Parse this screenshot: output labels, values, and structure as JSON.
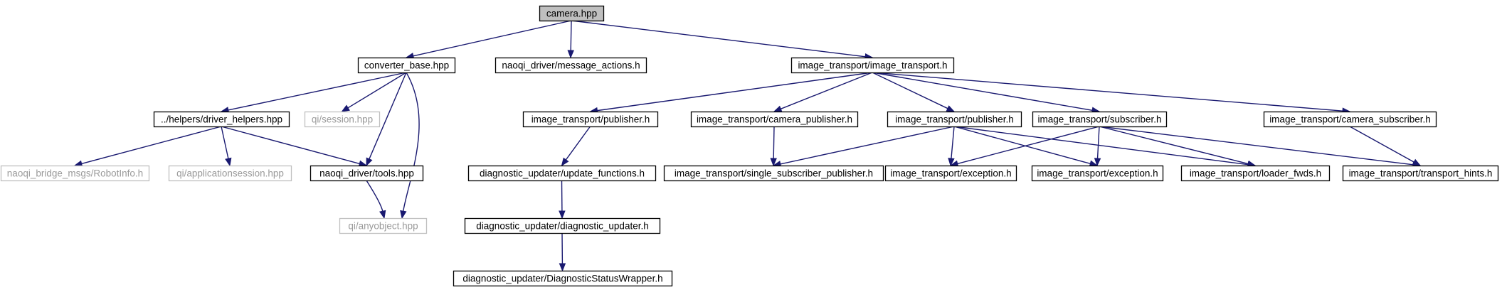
{
  "graph": {
    "title": "",
    "colors": {
      "edge": "#191970",
      "root_fill": "#bfbfbf",
      "external_stroke": "#bfbfbf",
      "external_text": "#9a9a9a"
    },
    "nodes": [
      {
        "id": "camera",
        "label": "camera.hpp",
        "kind": "root"
      },
      {
        "id": "converter_base",
        "label": "converter_base.hpp",
        "kind": "linked"
      },
      {
        "id": "message_actions",
        "label": "naoqi_driver/message_actions.h",
        "kind": "linked"
      },
      {
        "id": "image_transport_h",
        "label": "image_transport/image_transport.h",
        "kind": "linked"
      },
      {
        "id": "driver_helpers",
        "label": "../helpers/driver_helpers.hpp",
        "kind": "linked"
      },
      {
        "id": "qi_session",
        "label": "qi/session.hpp",
        "kind": "external"
      },
      {
        "id": "robotinfo",
        "label": "naoqi_bridge_msgs/RobotInfo.h",
        "kind": "external"
      },
      {
        "id": "appsession",
        "label": "qi/applicationsession.hpp",
        "kind": "external"
      },
      {
        "id": "tools",
        "label": "naoqi_driver/tools.hpp",
        "kind": "linked"
      },
      {
        "id": "anyobject",
        "label": "qi/anyobject.hpp",
        "kind": "external"
      },
      {
        "id": "publisher_a",
        "label": "image_transport/publisher.h",
        "kind": "linked"
      },
      {
        "id": "camera_publisher",
        "label": "image_transport/camera_publisher.h",
        "kind": "linked"
      },
      {
        "id": "publisher_b",
        "label": "image_transport/publisher.h",
        "kind": "linked"
      },
      {
        "id": "subscriber",
        "label": "image_transport/subscriber.h",
        "kind": "linked"
      },
      {
        "id": "camera_subscriber",
        "label": "image_transport/camera_subscriber.h",
        "kind": "linked"
      },
      {
        "id": "update_functions",
        "label": "diagnostic_updater/update_functions.h",
        "kind": "linked"
      },
      {
        "id": "single_sub_pub",
        "label": "image_transport/single_subscriber_publisher.h",
        "kind": "linked"
      },
      {
        "id": "exception_a",
        "label": "image_transport/exception.h",
        "kind": "linked"
      },
      {
        "id": "exception_b",
        "label": "image_transport/exception.h",
        "kind": "linked"
      },
      {
        "id": "loader_fwds",
        "label": "image_transport/loader_fwds.h",
        "kind": "linked"
      },
      {
        "id": "transport_hints",
        "label": "image_transport/transport_hints.h",
        "kind": "linked"
      },
      {
        "id": "diag_updater",
        "label": "diagnostic_updater/diagnostic_updater.h",
        "kind": "linked"
      },
      {
        "id": "diag_status",
        "label": "diagnostic_updater/DiagnosticStatusWrapper.h",
        "kind": "linked"
      }
    ],
    "edges": [
      [
        "camera",
        "converter_base"
      ],
      [
        "camera",
        "message_actions"
      ],
      [
        "camera",
        "image_transport_h"
      ],
      [
        "converter_base",
        "driver_helpers"
      ],
      [
        "converter_base",
        "qi_session"
      ],
      [
        "converter_base",
        "tools"
      ],
      [
        "converter_base",
        "anyobject"
      ],
      [
        "driver_helpers",
        "robotinfo"
      ],
      [
        "driver_helpers",
        "appsession"
      ],
      [
        "driver_helpers",
        "tools"
      ],
      [
        "tools",
        "anyobject"
      ],
      [
        "image_transport_h",
        "publisher_a"
      ],
      [
        "image_transport_h",
        "camera_publisher"
      ],
      [
        "image_transport_h",
        "publisher_b"
      ],
      [
        "image_transport_h",
        "subscriber"
      ],
      [
        "image_transport_h",
        "camera_subscriber"
      ],
      [
        "publisher_a",
        "update_functions"
      ],
      [
        "update_functions",
        "diag_updater"
      ],
      [
        "diag_updater",
        "diag_status"
      ],
      [
        "camera_publisher",
        "single_sub_pub"
      ],
      [
        "publisher_b",
        "single_sub_pub"
      ],
      [
        "publisher_b",
        "exception_a"
      ],
      [
        "publisher_b",
        "exception_b"
      ],
      [
        "publisher_b",
        "loader_fwds"
      ],
      [
        "subscriber",
        "exception_a"
      ],
      [
        "subscriber",
        "exception_b"
      ],
      [
        "subscriber",
        "loader_fwds"
      ],
      [
        "subscriber",
        "transport_hints"
      ],
      [
        "camera_subscriber",
        "transport_hints"
      ]
    ]
  }
}
